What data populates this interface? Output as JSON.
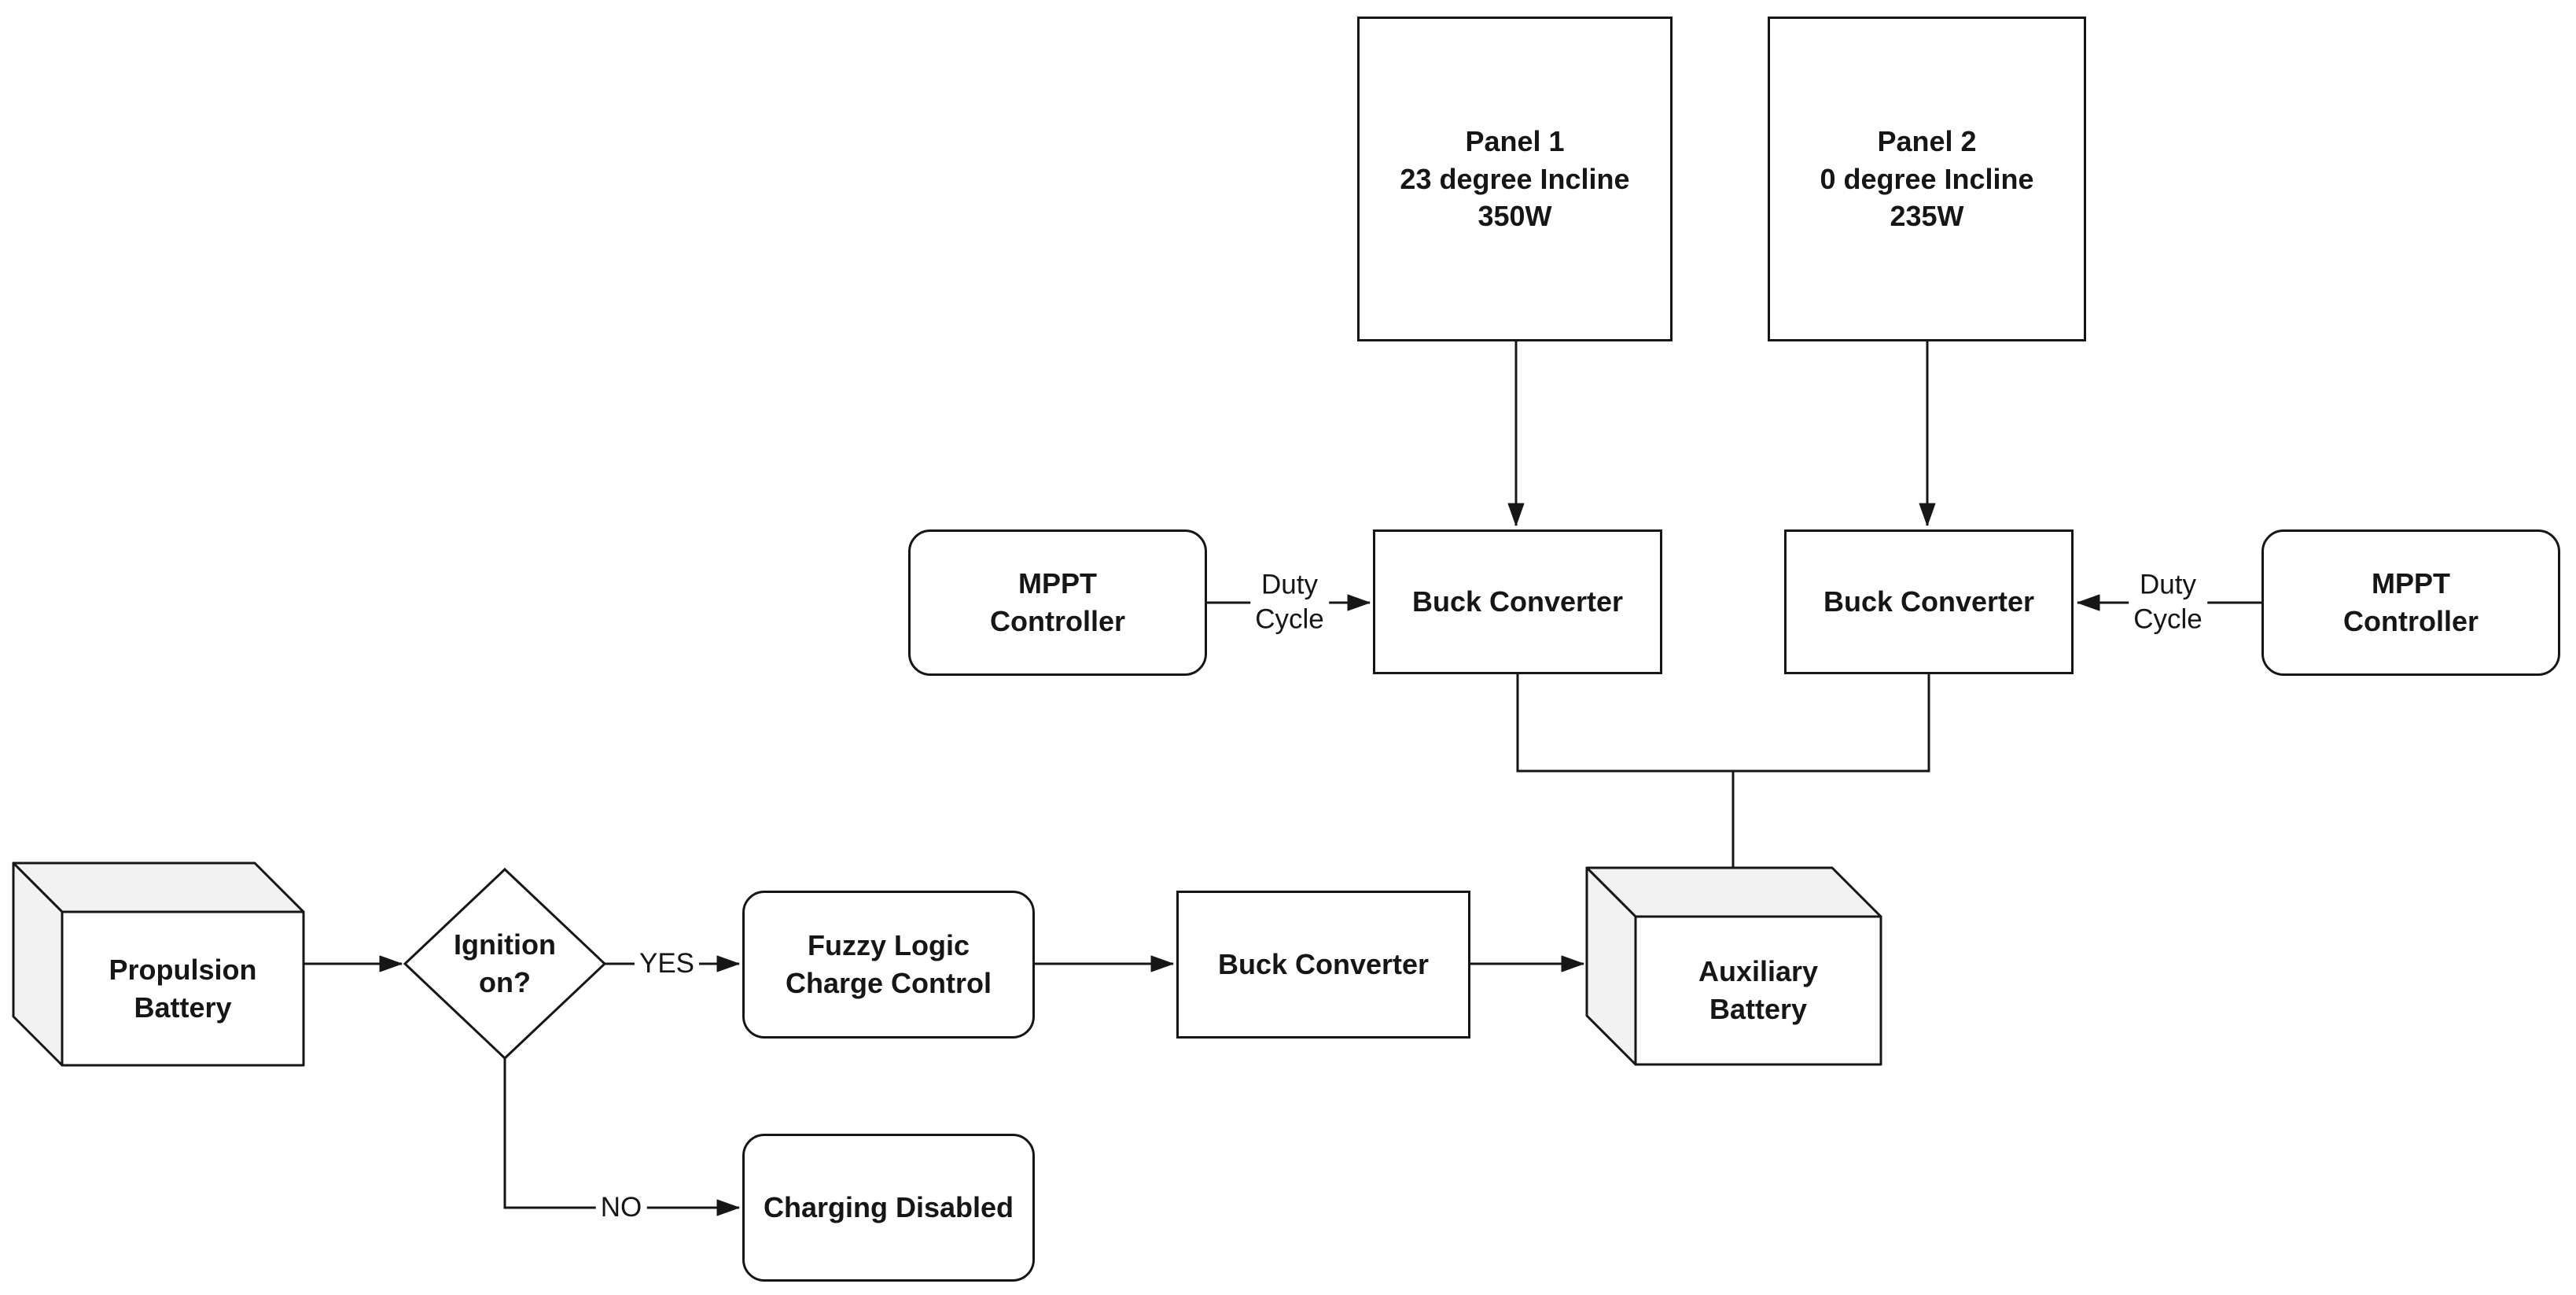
{
  "diagram": {
    "nodes": {
      "panel1": {
        "label": "Panel 1\n23 degree Incline\n350W"
      },
      "panel2": {
        "label": "Panel 2\n0 degree Incline\n235W"
      },
      "mppt_left": {
        "label": "MPPT\nController"
      },
      "mppt_right": {
        "label": "MPPT\nController"
      },
      "buck_converter_1": {
        "label": "Buck Converter"
      },
      "buck_converter_2": {
        "label": "Buck Converter"
      },
      "buck_converter_3": {
        "label": "Buck Converter"
      },
      "fuzzy_logic": {
        "label": "Fuzzy Logic\nCharge Control"
      },
      "propulsion_battery": {
        "label": "Propulsion\nBattery"
      },
      "auxiliary_battery": {
        "label": "Auxiliary\nBattery"
      },
      "ignition_decision": {
        "label": "Ignition\non?"
      },
      "charging_disabled": {
        "label": "Charging Disabled"
      }
    },
    "edge_labels": {
      "duty_cycle_left": "Duty\nCycle",
      "duty_cycle_right": "Duty\nCycle",
      "yes": "YES",
      "no": "NO"
    },
    "colors": {
      "stroke": "#161616",
      "node_fill": "#ffffff",
      "cube_shade": "#f2f2f2",
      "bg": "#ffffff"
    }
  }
}
